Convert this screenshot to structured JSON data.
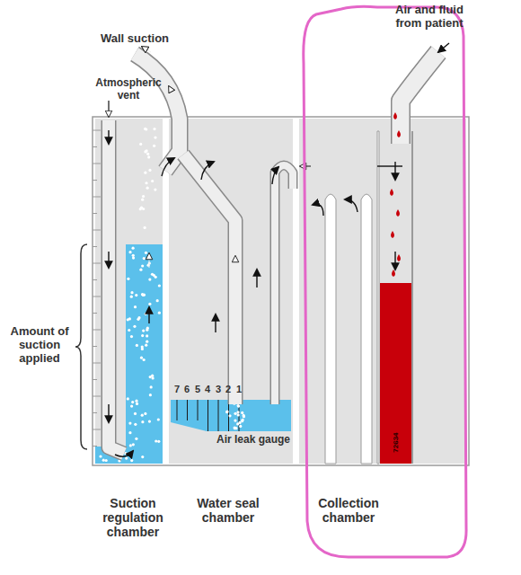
{
  "diagram": {
    "labels": [
      "Wall suction",
      "Atmospheric vent",
      "Amount of suction applied",
      "Air and fluid from patient",
      "7",
      "6",
      "5",
      "4",
      "3",
      "2",
      "1",
      "Air leak gauge",
      "Suction regulation chamber",
      "Water seal chamber",
      "Collection chamber",
      "72634"
    ]
  }
}
